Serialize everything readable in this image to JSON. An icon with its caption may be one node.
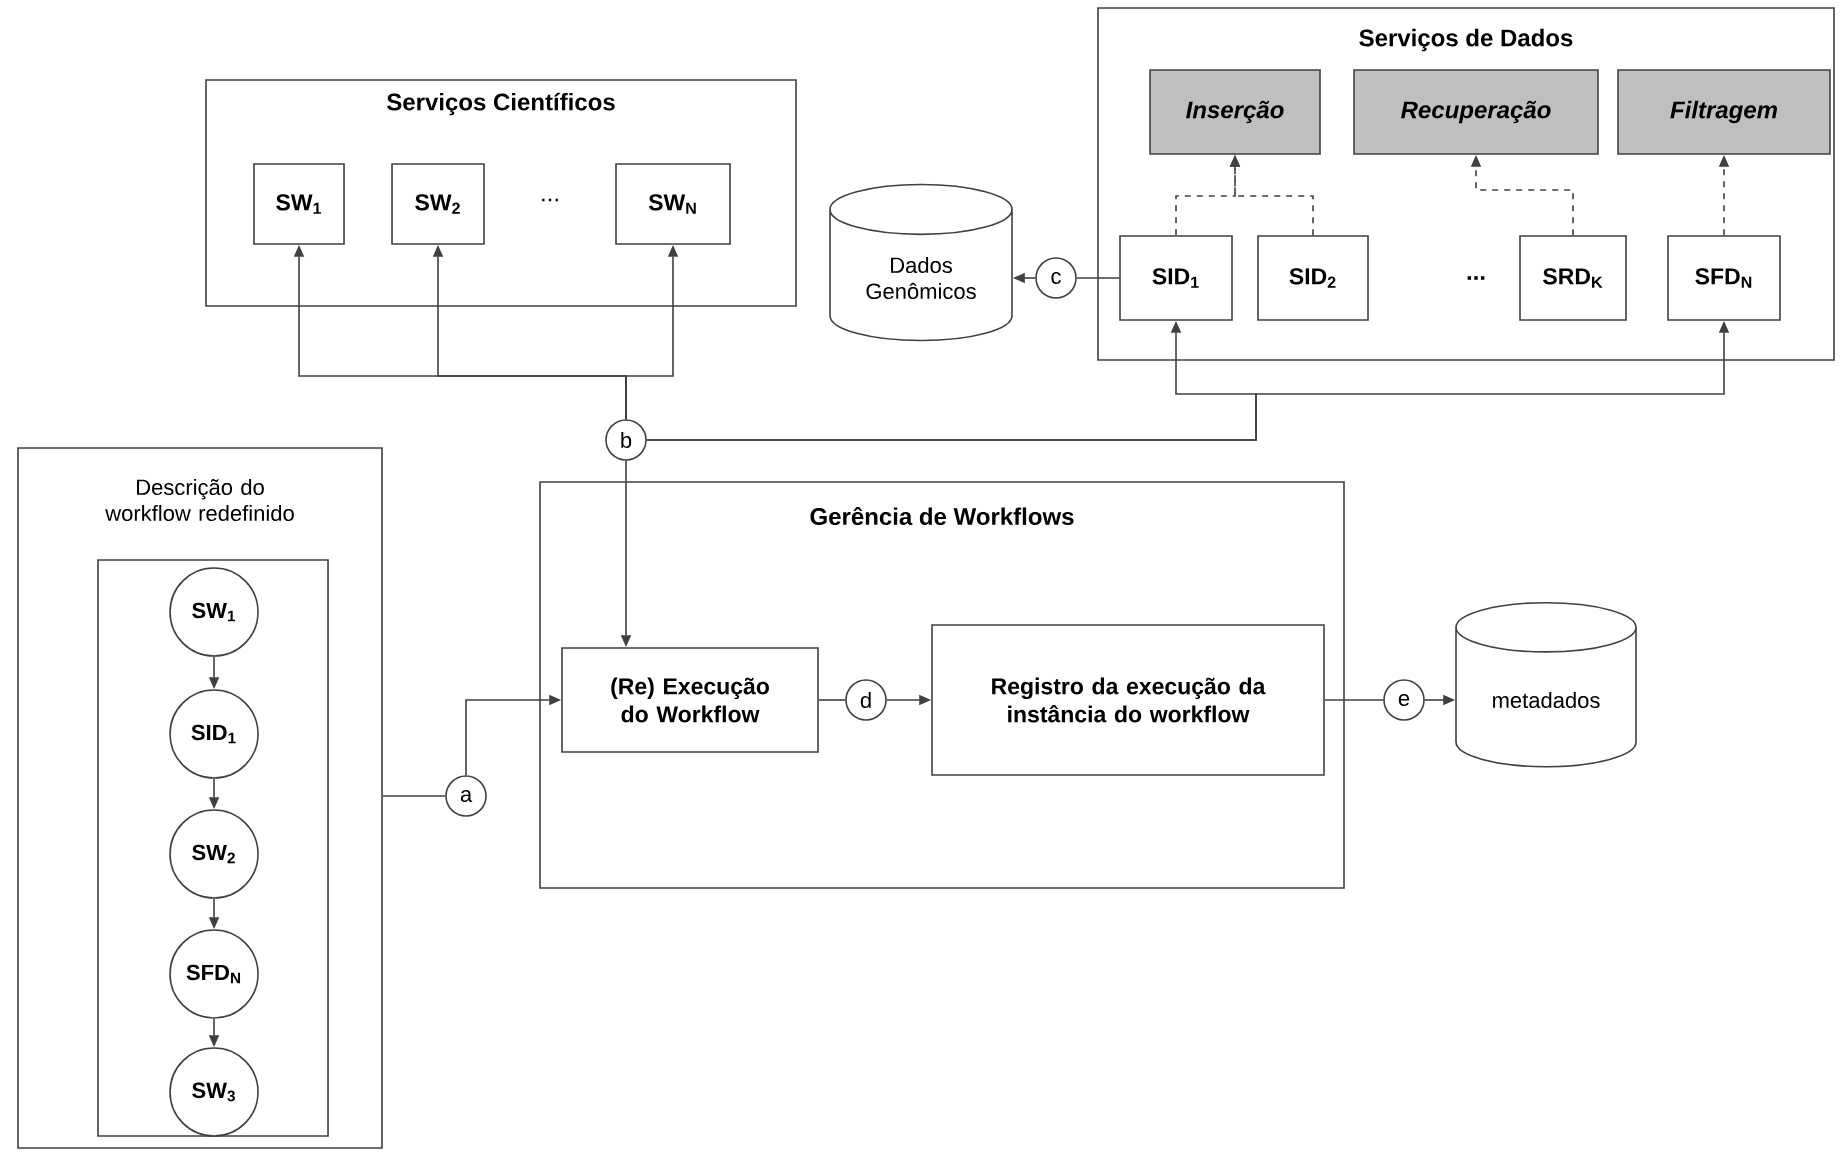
{
  "diagram": {
    "nodes": [
      {
        "text": [
          "Serviços Científicos"
        ]
      },
      {
        "text": [
          "SW$_{1}$"
        ],
        "in": 0
      },
      {
        "text": [
          "SW$_{2}$"
        ],
        "in": 0
      },
      {
        "text": [
          "SW$_{N}$"
        ],
        "in": 0
      },
      {
        "text": [
          "Serviços de Dados"
        ]
      },
      {
        "text": [
          "Inserção"
        ],
        "in": 4
      },
      {
        "text": [
          "Recuperação"
        ],
        "in": 4
      },
      {
        "text": [
          "Filtragem"
        ],
        "in": 4
      },
      {
        "text": [
          "SID$_{1}$"
        ],
        "in": 4
      },
      {
        "text": [
          "SID$_{2}$"
        ],
        "in": 4
      },
      {
        "text": [
          "SRD$_{K}$"
        ],
        "in": 4
      },
      {
        "text": [
          "SFD$_{N}$"
        ],
        "in": 4
      },
      {
        "text": [
          "Dados Genômicos"
        ]
      },
      {
        "text": [
          "c"
        ]
      },
      {
        "text": [
          "b"
        ]
      },
      {
        "text": [
          "Descrição do workflow redefinido"
        ]
      },
      {
        "text": [],
        "shape": "box",
        "in": 15
      },
      {
        "text": [
          "SW$_{1}$"
        ],
        "in": 16
      },
      {
        "text": [
          "SID$_{1}$"
        ],
        "in": 16
      },
      {
        "text": [
          "SW$_{2}$"
        ],
        "in": 16
      },
      {
        "text": [
          "SFD$_{N}$"
        ],
        "in": 16
      },
      {
        "text": [
          "SW$_{3}$"
        ],
        "in": 16
      },
      {
        "text": [
          "a"
        ]
      },
      {
        "text": [
          "Gerência de Workflows"
        ]
      },
      {
        "text": [
          "(Re) Execução do Workflow"
        ],
        "in": 23
      },
      {
        "text": [
          "Registro da execução da instância do workflow"
        ],
        "in": 23
      },
      {
        "text": [
          "d"
        ],
        "in": 23
      },
      {
        "text": [
          "e"
        ]
      },
      {
        "text": [
          "metadados"
        ]
      }
    ],
    "edges": [
      {
        "from": 14,
        "to": 1,
        "arrow": "to"
      },
      {
        "from": 14,
        "to": 2,
        "arrow": "to"
      },
      {
        "from": 14,
        "to": 3,
        "arrow": "to"
      },
      {
        "from": 14,
        "to": 8,
        "arrow": "to"
      },
      {
        "from": 14,
        "to": 11,
        "arrow": "to"
      },
      {
        "from": 14,
        "to": 24,
        "arrow": "to"
      },
      {
        "from": 8,
        "to": 5,
        "arrow": "to",
        "style": "dashed"
      },
      {
        "from": 9,
        "to": 5,
        "arrow": "to",
        "style": "dashed"
      },
      {
        "from": 10,
        "to": 6,
        "arrow": "to",
        "style": "dashed"
      },
      {
        "from": 11,
        "to": 7,
        "arrow": "to",
        "style": "dashed"
      },
      {
        "from": 8,
        "to": 13,
        "arrow": "none"
      },
      {
        "from": 13,
        "to": 12,
        "arrow": "to"
      },
      {
        "from": 17,
        "to": 18,
        "arrow": "to"
      },
      {
        "from": 18,
        "to": 19,
        "arrow": "to"
      },
      {
        "from": 19,
        "to": 20,
        "arrow": "to"
      },
      {
        "from": 20,
        "to": 21,
        "arrow": "to"
      },
      {
        "from": 15,
        "to": 22,
        "arrow": "none"
      },
      {
        "from": 22,
        "to": 24,
        "arrow": "to"
      },
      {
        "from": 24,
        "to": 26,
        "arrow": "none"
      },
      {
        "from": 26,
        "to": 25,
        "arrow": "to"
      },
      {
        "from": 25,
        "to": 27,
        "arrow": "none"
      },
      {
        "from": 27,
        "to": 28,
        "arrow": "to"
      }
    ],
    "labels": [
      "...",
      "..."
    ]
  }
}
